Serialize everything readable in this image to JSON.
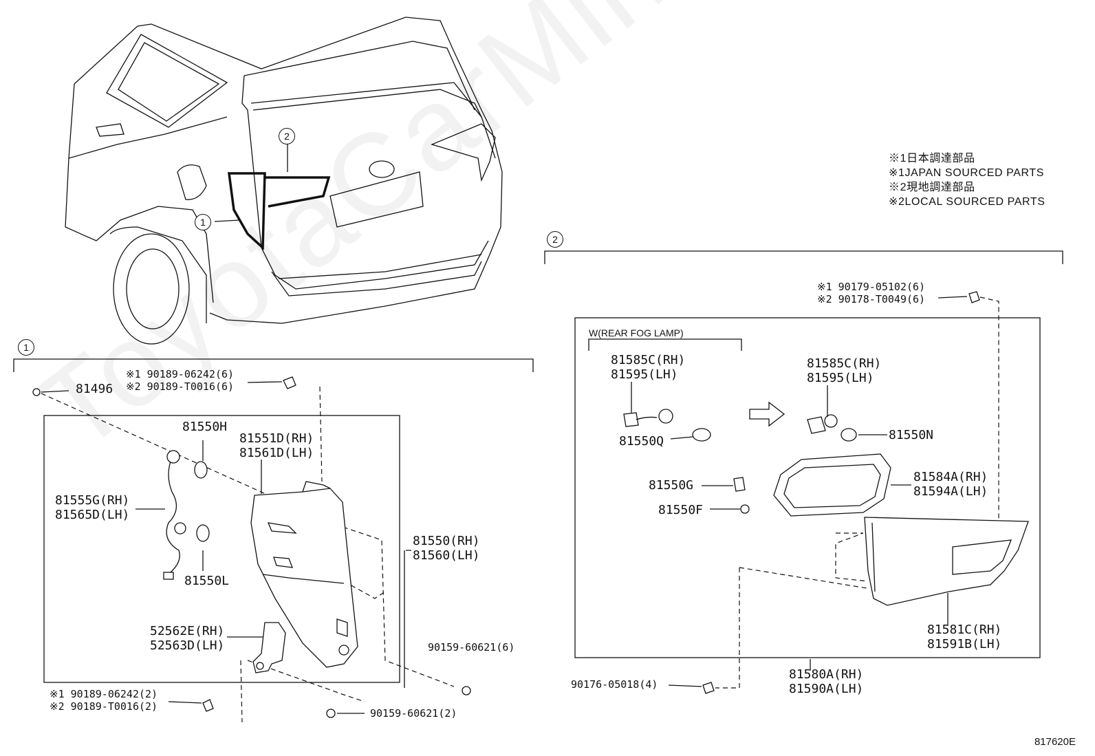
{
  "watermark": "ToyotaCarMine.ru",
  "diagram_code": "817620E",
  "notes": {
    "line1": "※1日本調達部品",
    "line2": "※1JAPAN SOURCED PARTS",
    "line3": "※2現地調達部品",
    "line4": "※2LOCAL SOURCED PARTS"
  },
  "callouts": {
    "one": "1",
    "two": "2"
  },
  "section1": {
    "marker": "1",
    "labels": {
      "p81496": "81496",
      "screw_top_a": "※1 90189-06242(6)",
      "screw_top_b": "※2 90189-T0016(6)",
      "p81550H": "81550H",
      "p81551D": "81551D(RH)",
      "p81561D": "81561D(LH)",
      "p81555G": "81555G(RH)",
      "p81565D": "81565D(LH)",
      "p81550": "81550(RH)",
      "p81560": "81560(LH)",
      "p81550L": "81550L",
      "p52562E": "52562E(RH)",
      "p52563D": "52563D(LH)",
      "nut6": "90159-60621(6)",
      "screw_bot_a": "※1 90189-06242(2)",
      "screw_bot_b": "※2 90189-T0016(2)",
      "nut2": "90159-60621(2)"
    }
  },
  "section2": {
    "marker": "2",
    "labels": {
      "clip_a": "※1 90179-05102(6)",
      "clip_b": "※2 90178-T0049(6)",
      "fog_box": "W(REAR FOG LAMP)",
      "p81585C_a": "81585C(RH)",
      "p81595_a": "81595(LH)",
      "p81550Q": "81550Q",
      "p81585C_b": "81585C(RH)",
      "p81595_b": "81595(LH)",
      "p81550N": "81550N",
      "p81550G": "81550G",
      "p81550F": "81550F",
      "p81584A": "81584A(RH)",
      "p81594A": "81594A(LH)",
      "p81581C": "81581C(RH)",
      "p81591B": "81591B(LH)",
      "bolt": "90176-05018(4)",
      "p81580A": "81580A(RH)",
      "p81590A": "81590A(LH)"
    }
  }
}
